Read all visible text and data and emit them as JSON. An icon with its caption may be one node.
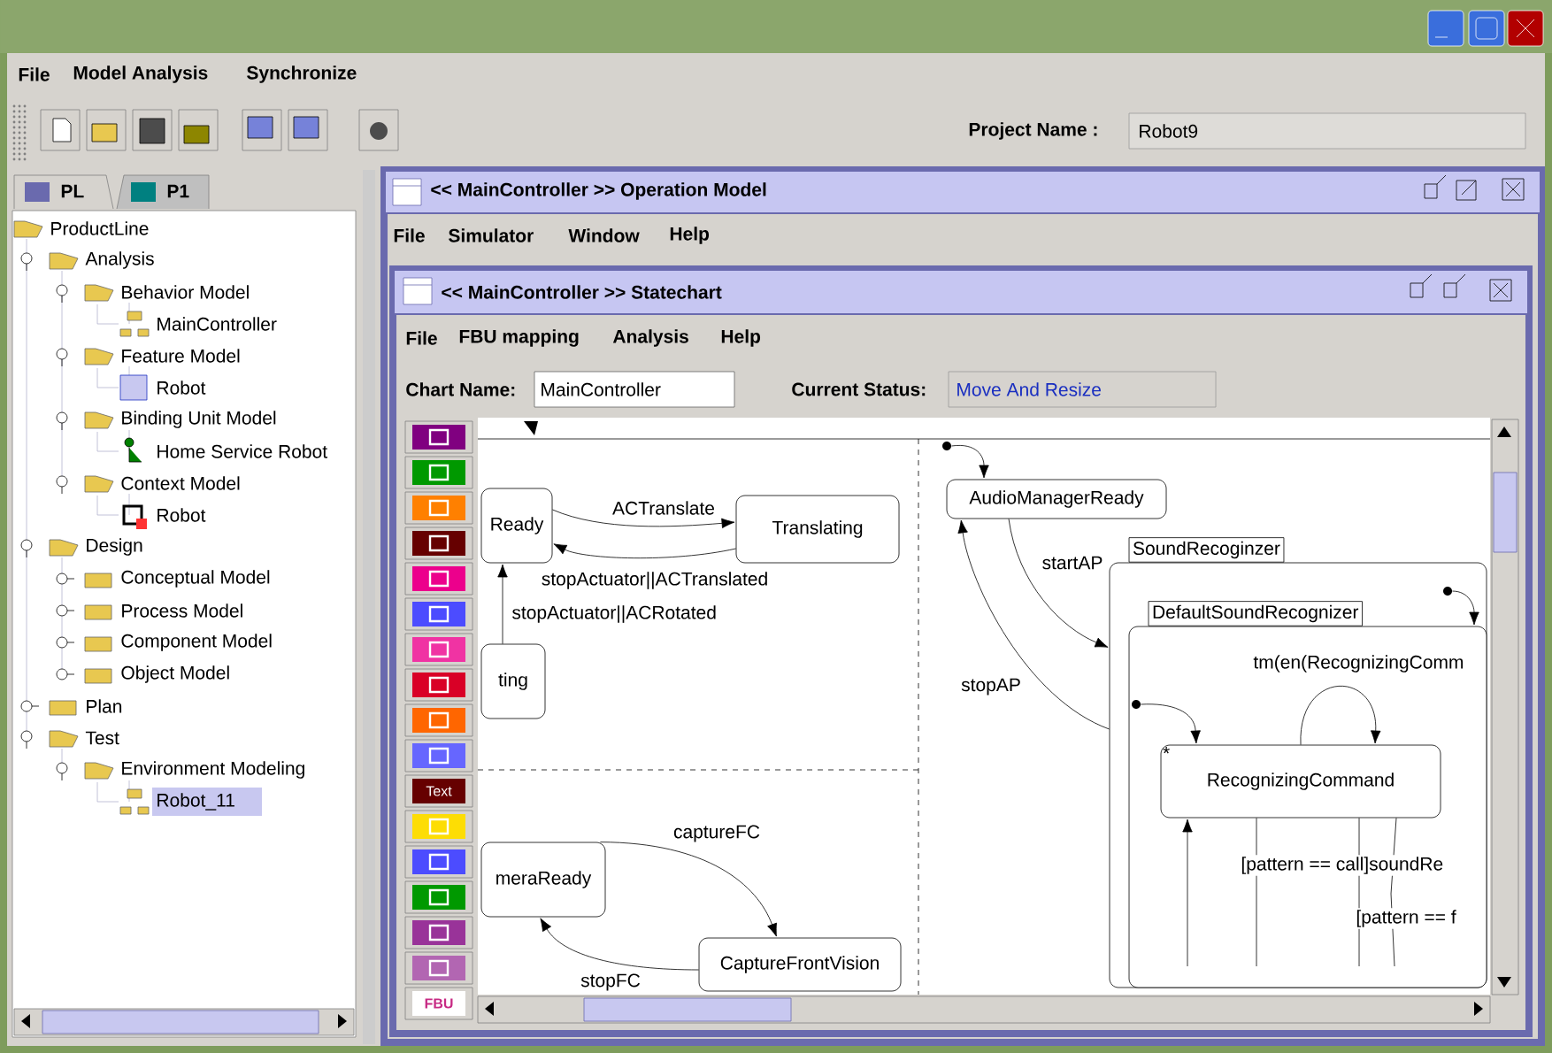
{
  "diagram": {
    "nodes": [
      {
        "text": [
          "Ready"
        ]
      },
      {
        "text": [
          "Translating"
        ]
      },
      {
        "text": [
          "ting"
        ]
      },
      {
        "text": [
          "meraReady"
        ]
      },
      {
        "text": [
          "CaptureFrontVision"
        ]
      },
      {
        "text": [],
        "shape": "circle"
      },
      {
        "text": [
          "AudioManagerReady"
        ]
      },
      {
        "text": [
          "SoundRecoginzer"
        ]
      },
      {
        "text": [],
        "shape": "circle",
        "in": 7
      },
      {
        "text": [
          "DefaultSoundRecognizer"
        ],
        "in": 7
      },
      {
        "text": [],
        "shape": "circle",
        "in": 9
      },
      {
        "text": [
          "*",
          "RecognizingCommand"
        ],
        "in": 9
      }
    ],
    "edges": [
      {
        "from": 0,
        "to": 1,
        "arrow": "to",
        "label": "ACTranslate"
      },
      {
        "from": 1,
        "to": 0,
        "arrow": "to",
        "label": "stopActuator||ACTranslated"
      },
      {
        "from": 2,
        "to": 0,
        "arrow": "to",
        "label": "stopActuator||ACRotated"
      },
      {
        "from": 3,
        "to": 4,
        "arrow": "to",
        "label": "captureFC"
      },
      {
        "from": 4,
        "to": 3,
        "arrow": "to",
        "label": "stopFC"
      },
      {
        "from": 5,
        "to": 6,
        "arrow": "to"
      },
      {
        "from": 6,
        "to": 7,
        "arrow": "to",
        "label": "startAP"
      },
      {
        "from": 7,
        "to": 6,
        "arrow": "to",
        "label": "stopAP"
      },
      {
        "from": 8,
        "to": 9,
        "arrow": "to"
      },
      {
        "from": 10,
        "to": 11,
        "arrow": "to"
      },
      {
        "from": 11,
        "to": 11,
        "arrow": "to",
        "label": "tm(en(RecognizingComm"
      },
      {
        "from": null,
        "to": 11,
        "arrow": "to"
      },
      {
        "from": 11,
        "to": null,
        "arrow": "none",
        "label": "[pattern == call]soundRe"
      },
      {
        "from": 11,
        "to": null,
        "arrow": "none"
      },
      {
        "from": 11,
        "to": null,
        "arrow": "none",
        "label": "[pattern == f"
      }
    ],
    "labels": [
      "File",
      "Model Analysis",
      "Synchronize",
      "Project Name :",
      "Robot9",
      "PL",
      "P1",
      "ProductLine",
      "Analysis",
      "Behavior Model",
      "MainController",
      "Feature Model",
      "Robot",
      "Binding Unit Model",
      "Home Service Robot",
      "Context Model",
      "Robot",
      "Design",
      "Conceptual Model",
      "Process Model",
      "Component Model",
      "Object Model",
      "Plan",
      "Test",
      "Environment Modeling",
      "Robot_11",
      "<< MainController >> Operation Model",
      "File",
      "Simulator",
      "Window",
      "Help",
      "<< MainController >> Statechart",
      "File",
      "FBU mapping",
      "Analysis",
      "Help",
      "Chart Name:",
      "MainController",
      "Current Status:",
      "Move And Resize",
      "Text",
      "FBU"
    ]
  }
}
